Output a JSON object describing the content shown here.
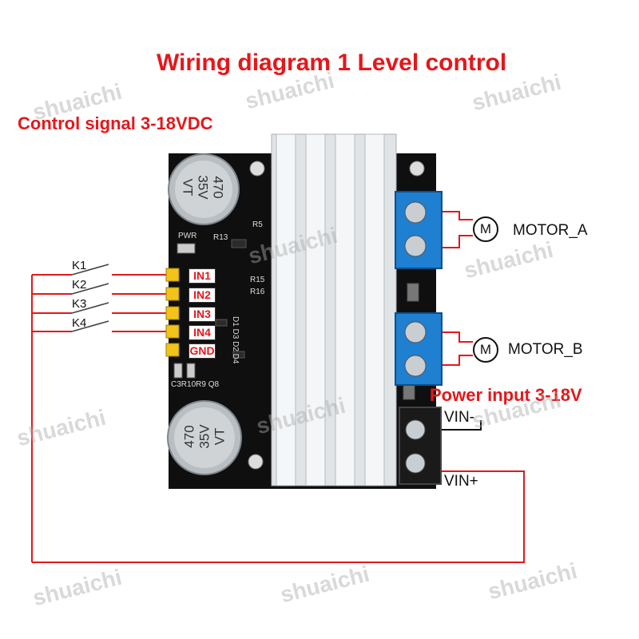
{
  "title": "Wiring diagram 1 Level control",
  "control_signal": "Control signal 3-18VDC",
  "power_input": "Power input 3-18V",
  "switches": [
    "K1",
    "K2",
    "K3",
    "K4"
  ],
  "input_pins": [
    "IN1",
    "IN2",
    "IN3",
    "IN4",
    "GND"
  ],
  "motors": [
    {
      "symbol": "M",
      "label": "MOTOR_A"
    },
    {
      "symbol": "M",
      "label": "MOTOR_B"
    }
  ],
  "power_terminals": [
    "VIN-",
    "VIN+"
  ],
  "capacitor": {
    "line1": "470",
    "line2": "35V",
    "line3": "VT"
  },
  "board_labels": {
    "pwr": "PWR",
    "r13": "R13",
    "r5": "R5",
    "r15": "R15",
    "r16": "R16",
    "d_codes": "D1 D3 D2 D4",
    "bottom": "C3R10R9 Q8"
  },
  "watermark": "shuaichi",
  "colors": {
    "accent": "#e5171b",
    "board": "#111111",
    "terminal": "#1f7fd0",
    "heatsink": "#dfe3e6"
  }
}
